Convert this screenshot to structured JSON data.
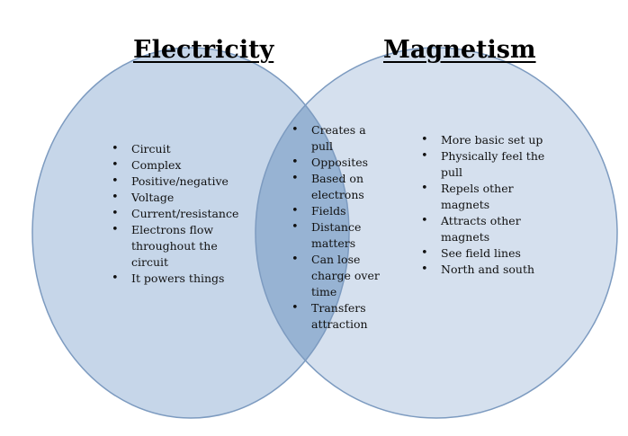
{
  "titles": {
    "left": "Electricity",
    "right": "Magnetism"
  },
  "colors": {
    "left_circle": "#c6d6e9",
    "right_circle": "#d5e0ee",
    "overlap": "#97b3d3",
    "outline": "#7d9bc0"
  },
  "electricity_items": [
    "Circuit",
    "Complex",
    "Positive/negative",
    "Voltage",
    "Current/resistance",
    "Electrons flow throughout the circuit",
    "It powers things"
  ],
  "shared_items": [
    "Creates a pull",
    "Opposites",
    "Based on electrons",
    "Fields",
    "Distance matters",
    "Can lose charge over time",
    "Transfers attraction"
  ],
  "magnetism_items": [
    "More basic set up",
    "Physically feel the pull",
    "Repels other magnets",
    "Attracts other magnets",
    "See field lines",
    "North and south"
  ]
}
